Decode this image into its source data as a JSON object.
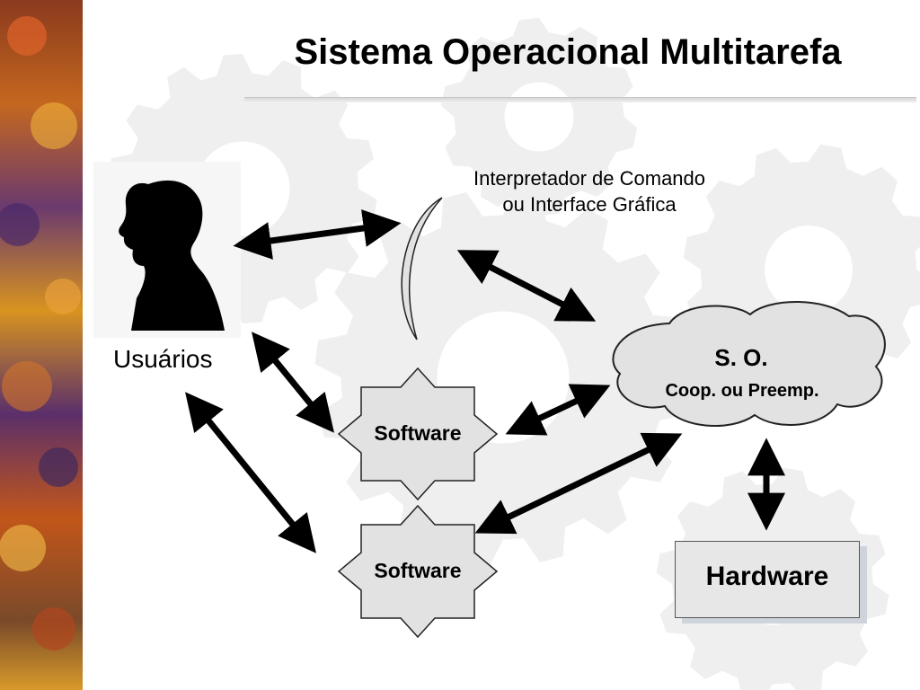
{
  "slide": {
    "title": "Sistema Operacional Multitarefa"
  },
  "diagram": {
    "interpreter": {
      "line1": "Interpretador de Comando",
      "line2": "ou Interface Gráfica"
    },
    "users_label": "Usuários",
    "os": {
      "title": "S. O.",
      "subtitle": "Coop. ou Preemp."
    },
    "software_1": "Software",
    "software_2": "Software",
    "hardware": "Hardware"
  },
  "colors": {
    "shape_fill": "#e7e7e7",
    "outline": "#333333",
    "arrow": "#000000",
    "gear": "#efefef"
  }
}
